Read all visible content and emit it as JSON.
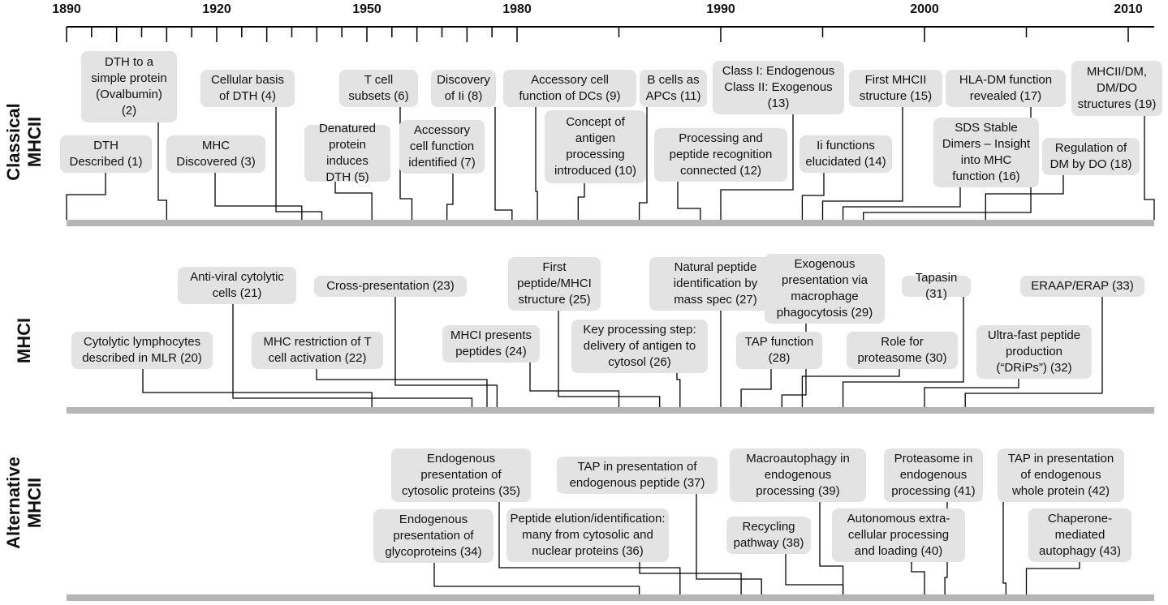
{
  "axis": {
    "start": 1890,
    "end": 2011,
    "year_labels": [
      {
        "year": 1890,
        "text": "1890"
      },
      {
        "year": 1920,
        "text": "1920"
      },
      {
        "year": 1950,
        "text": "1950"
      },
      {
        "year": 1980,
        "text": "1980"
      },
      {
        "year": 1990,
        "text": "1990"
      },
      {
        "year": 2000,
        "text": "2000"
      },
      {
        "year": 2010,
        "text": "2010"
      }
    ]
  },
  "rows": [
    {
      "label": "Classical\nMHCII"
    },
    {
      "label": "MHCI"
    },
    {
      "label": "Alternative\nMHCII"
    }
  ],
  "colors": {
    "box": "#e3e3e3",
    "baseline": "#b5b5b5",
    "line": "#000000"
  },
  "events": [
    {
      "id": 1,
      "row": 0,
      "year": 1890,
      "text": "DTH\nDescribed (1)"
    },
    {
      "id": 2,
      "row": 0,
      "year": 1910,
      "text": "DTH to a\nsimple protein\n(Ovalbumin)\n(2)"
    },
    {
      "id": 3,
      "row": 0,
      "year": 1937,
      "text": "MHC\nDiscovered (3)"
    },
    {
      "id": 4,
      "row": 0,
      "year": 1941,
      "text": "Cellular basis\nof DTH (4)"
    },
    {
      "id": 5,
      "row": 0,
      "year": 1951,
      "text": "Denatured\nprotein induces\nDTH (5)"
    },
    {
      "id": 6,
      "row": 0,
      "year": 1959,
      "text": "T cell\nsubsets (6)"
    },
    {
      "id": 7,
      "row": 0,
      "year": 1966,
      "text": "Accessory\ncell function\nidentified (7)"
    },
    {
      "id": 8,
      "row": 0,
      "year": 1979,
      "text": "Discovery\nof Ii (8)"
    },
    {
      "id": 9,
      "row": 0,
      "year": 1981,
      "text": "Accessory cell\nfunction of DCs (9)"
    },
    {
      "id": 10,
      "row": 0,
      "year": 1983,
      "text": "Concept of\nantigen\nprocessing\nintroduced (10)"
    },
    {
      "id": 11,
      "row": 0,
      "year": 1986,
      "text": "B cells as\nAPCs (11)"
    },
    {
      "id": 12,
      "row": 0,
      "year": 1989,
      "text": "Processing and\npeptide recognition\nconnected (12)"
    },
    {
      "id": 13,
      "row": 0,
      "year": 1990,
      "text": "Class I: Endogenous\nClass II: Exogenous\n(13)"
    },
    {
      "id": 14,
      "row": 0,
      "year": 1994,
      "text": "Ii functions\nelucidated (14)"
    },
    {
      "id": 15,
      "row": 0,
      "year": 1995,
      "text": "First MHCII\nstructure (15)"
    },
    {
      "id": 16,
      "row": 0,
      "year": 1996,
      "text": "SDS Stable\nDimers – Insight\ninto MHC\nfunction (16)"
    },
    {
      "id": 17,
      "row": 0,
      "year": 1997,
      "text": "HLA-DM function\nrevealed (17)"
    },
    {
      "id": 18,
      "row": 0,
      "year": 2003,
      "text": "Regulation of\nDM by DO (18)"
    },
    {
      "id": 19,
      "row": 0,
      "year": 2011,
      "text": "MHCII/DM,\nDM/DO\nstructures (19)"
    },
    {
      "id": 20,
      "row": 1,
      "year": 1951,
      "text": "Cytolytic lymphocytes\ndescribed in MLR (20)"
    },
    {
      "id": 21,
      "row": 1,
      "year": 1971,
      "text": "Anti-viral cytolytic\ncells (21)"
    },
    {
      "id": 22,
      "row": 1,
      "year": 1974,
      "text": "MHC restriction of T\ncell activation (22)"
    },
    {
      "id": 23,
      "row": 1,
      "year": 1976,
      "text": "Cross-presentation (23)"
    },
    {
      "id": 24,
      "row": 1,
      "year": 1985,
      "text": "MHCI presents\npeptides (24)"
    },
    {
      "id": 25,
      "row": 1,
      "year": 1987,
      "text": "First\npeptide/MHCI\nstructure (25)"
    },
    {
      "id": 26,
      "row": 1,
      "year": 1988,
      "text": "Key processing step:\ndelivery of antigen to\ncytosol (26)"
    },
    {
      "id": 27,
      "row": 1,
      "year": 1990,
      "text": "Natural peptide\nidentification by\nmass spec (27)"
    },
    {
      "id": 28,
      "row": 1,
      "year": 1991,
      "text": "TAP function\n(28)"
    },
    {
      "id": 29,
      "row": 1,
      "year": 1993,
      "text": "Exogenous\npresentation via\nmacrophage\nphagocytosis (29)"
    },
    {
      "id": 30,
      "row": 1,
      "year": 1994,
      "text": "Role for\nproteasome (30)"
    },
    {
      "id": 31,
      "row": 1,
      "year": 1996,
      "text": "Tapasin (31)"
    },
    {
      "id": 32,
      "row": 1,
      "year": 2000,
      "text": "Ultra-fast peptide\nproduction\n(“DRiPs”) (32)"
    },
    {
      "id": 33,
      "row": 1,
      "year": 2002,
      "text": "ERAAP/ERAP (33)"
    },
    {
      "id": 34,
      "row": 2,
      "year": 1986,
      "text": "Endogenous\npresentation of\nglycoproteins (34)"
    },
    {
      "id": 35,
      "row": 2,
      "year": 1988,
      "text": "Endogenous\npresentation of\ncytosolic proteins (35)"
    },
    {
      "id": 36,
      "row": 2,
      "year": 1991,
      "text": "Peptide elution/identification:\nmany from cytosolic and\nnuclear proteins (36)"
    },
    {
      "id": 37,
      "row": 2,
      "year": 1992,
      "text": "TAP in presentation of\nendogenous peptide (37)"
    },
    {
      "id": 38,
      "row": 2,
      "year": 1996,
      "text": "Recycling\npathway (38)"
    },
    {
      "id": 39,
      "row": 2,
      "year": 1996,
      "text": "Macroautophagy in\nendogenous\nprocessing (39)"
    },
    {
      "id": 40,
      "row": 2,
      "year": 2000,
      "text": "Autonomous extra-\ncellular processing\nand loading (40)"
    },
    {
      "id": 41,
      "row": 2,
      "year": 2001,
      "text": "Proteasome in\nendogenous\nprocessing (41)"
    },
    {
      "id": 42,
      "row": 2,
      "year": 2004,
      "text": "TAP in presentation\nof endogenous\nwhole protein (42)"
    },
    {
      "id": 43,
      "row": 2,
      "year": 2005,
      "text": "Chaperone-\nmediated\nautophagy (43)"
    }
  ]
}
